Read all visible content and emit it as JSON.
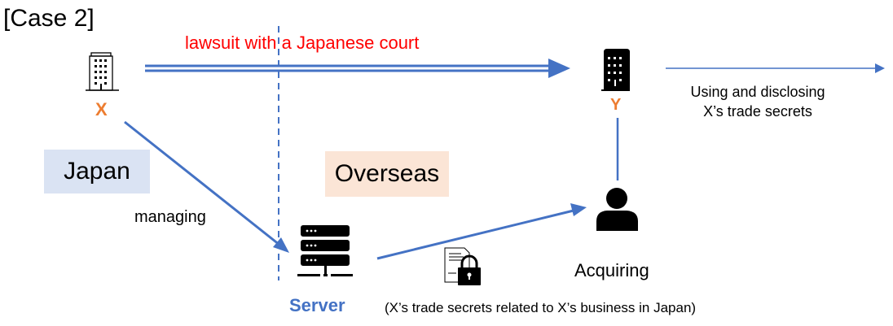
{
  "title": "[Case 2]",
  "parties": {
    "x": {
      "label": "X",
      "icon": "office-building-outline-icon"
    },
    "y": {
      "label": "Y",
      "icon": "office-building-filled-icon"
    }
  },
  "regions": {
    "japan": {
      "label": "Japan",
      "color": "#dae3f3"
    },
    "overseas": {
      "label": "Overseas",
      "color": "#fbe5d6"
    }
  },
  "arrows": {
    "lawsuit": {
      "label": "lawsuit with a Japanese court",
      "color": "#ff0000"
    },
    "using": {
      "line1": "Using and disclosing",
      "line2": "X’s trade secrets"
    },
    "managing": {
      "label": "managing"
    }
  },
  "server": {
    "label": "Server",
    "icon": "server-icon"
  },
  "person": {
    "label": "Acquiring",
    "icon": "person-icon"
  },
  "document": {
    "icon": "locked-document-icon",
    "caption": "(X’s trade secrets related to X’s business in Japan)"
  },
  "colors": {
    "accent": "#4472c4",
    "party_label": "#ed7d31"
  }
}
